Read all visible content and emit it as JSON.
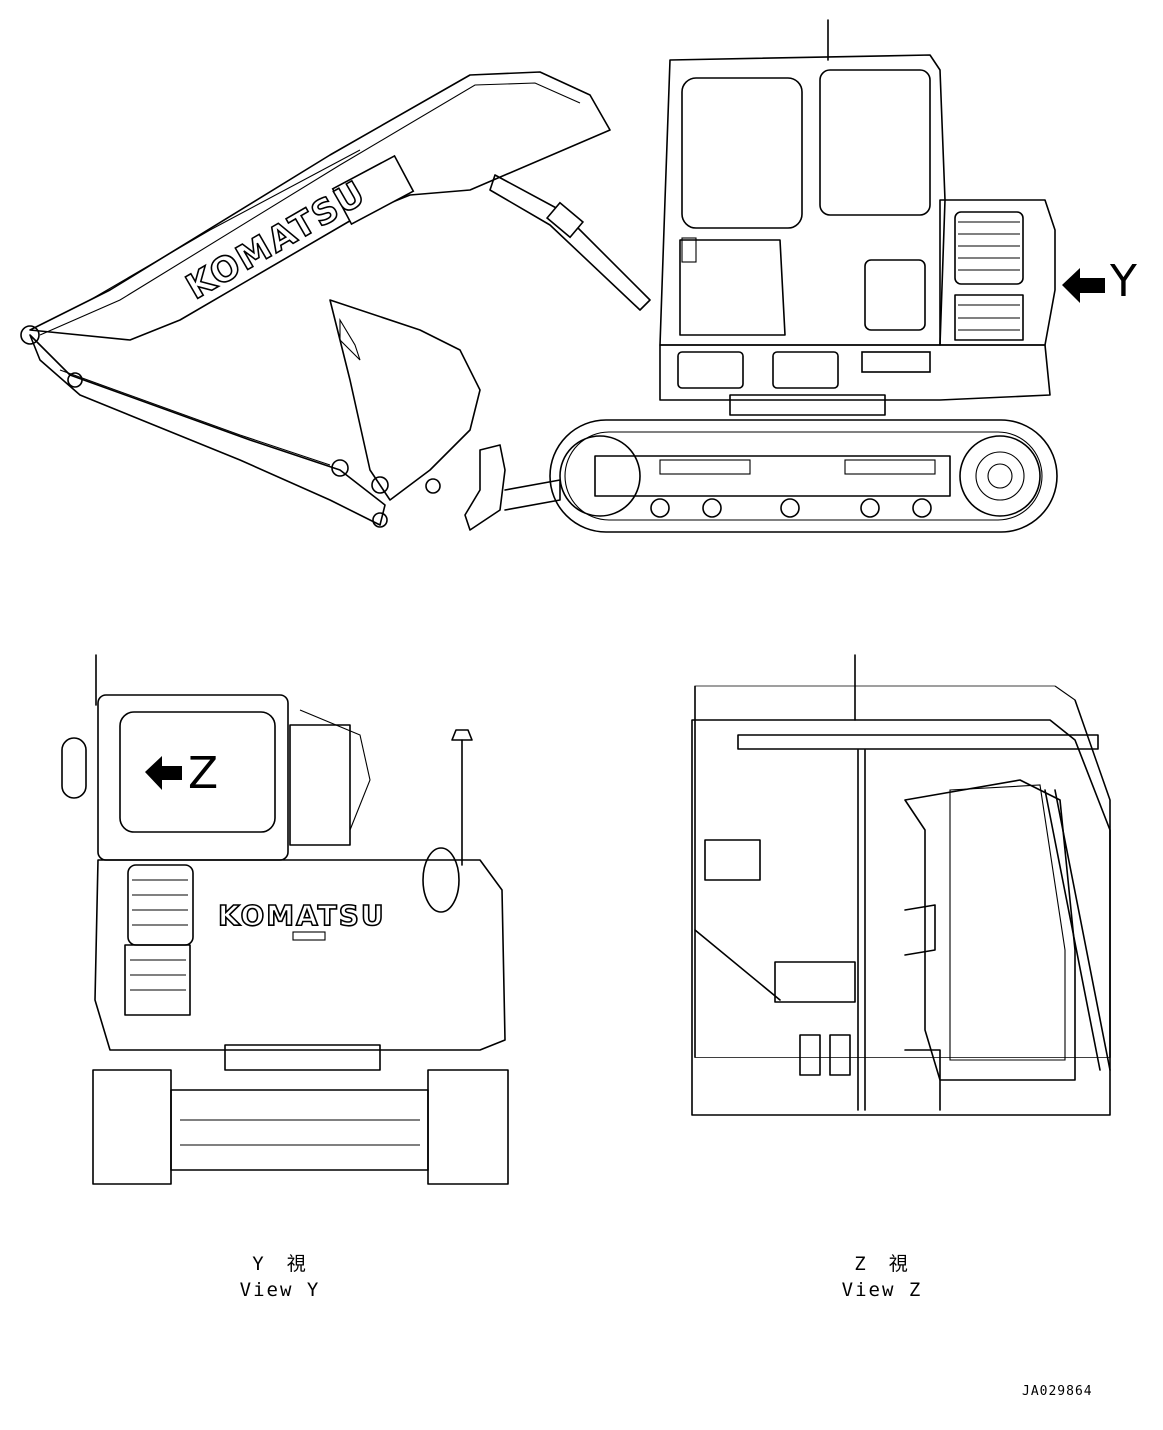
{
  "drawing": {
    "logo_text": "KOMATSU",
    "side_arrow_label": "Y",
    "rear_arrow_label": "Z",
    "view_y": {
      "jp": "Y　視",
      "en": "View Y"
    },
    "view_z": {
      "jp": "Z　視",
      "en": "View Z"
    },
    "drawing_code": "JA029864"
  }
}
